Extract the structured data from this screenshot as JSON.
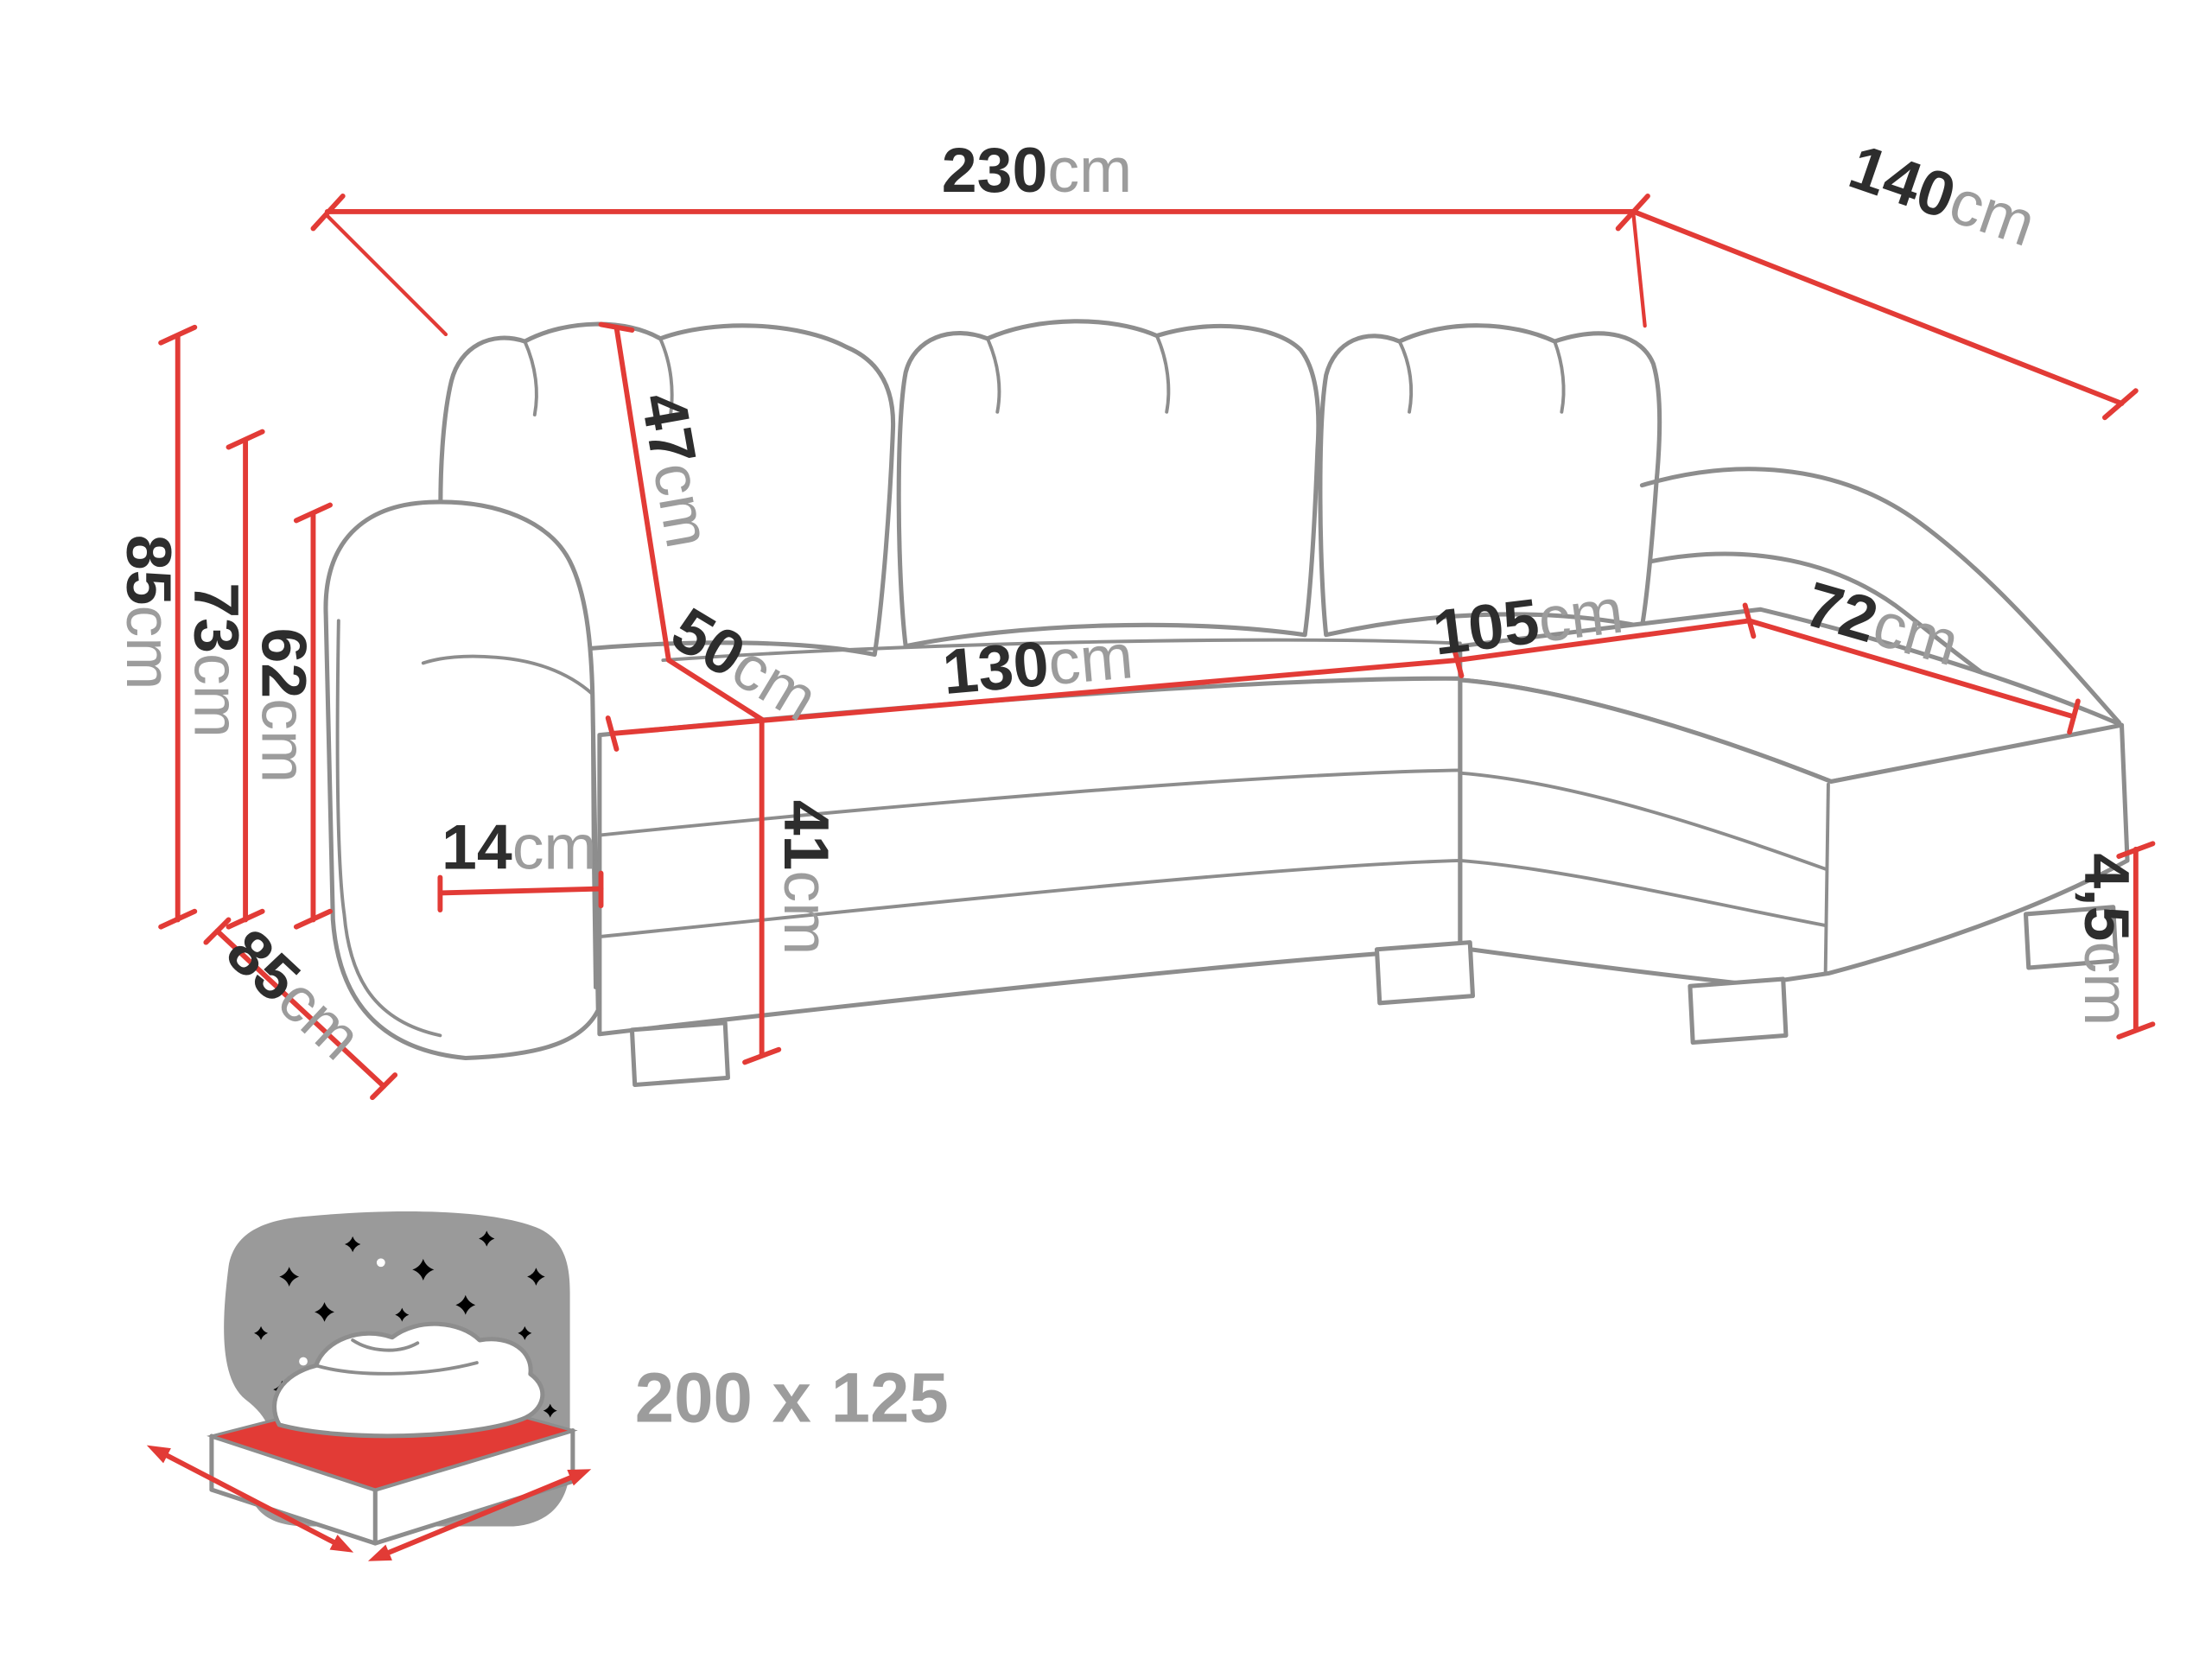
{
  "page": {
    "background": "#ffffff"
  },
  "colors": {
    "dimension_red": "#e23b36",
    "line_gray": "#8d8d8d",
    "value_black": "#2d2d2d",
    "unit_gray": "#9c9c9c",
    "icon_gray": "#9a9a9a"
  },
  "diagram": {
    "kind": "corner-sofa-dimension-diagram",
    "labels": {
      "total_width": {
        "value": "230",
        "unit": "cm"
      },
      "side_depth": {
        "value": "140",
        "unit": "cm"
      },
      "total_height": {
        "value": "85",
        "unit": "cm"
      },
      "back_height": {
        "value": "73",
        "unit": "cm"
      },
      "armrest_height": {
        "value": "62",
        "unit": "cm"
      },
      "back_cushion_height": {
        "value": "47",
        "unit": "cm"
      },
      "seat_depth": {
        "value": "50",
        "unit": "cm"
      },
      "seat_width": {
        "value": "130",
        "unit": "cm"
      },
      "corner_seat_length": {
        "value": "105",
        "unit": "cm"
      },
      "chaise_width": {
        "value": "72",
        "unit": "cm"
      },
      "seat_height": {
        "value": "41",
        "unit": "cm"
      },
      "armrest_width": {
        "value": "14",
        "unit": "cm"
      },
      "base_depth": {
        "value": "85",
        "unit": "cm"
      },
      "leg_height": {
        "value": "4,5",
        "unit": "cm"
      }
    },
    "sleeping_area": {
      "text": "200 x 125"
    }
  }
}
